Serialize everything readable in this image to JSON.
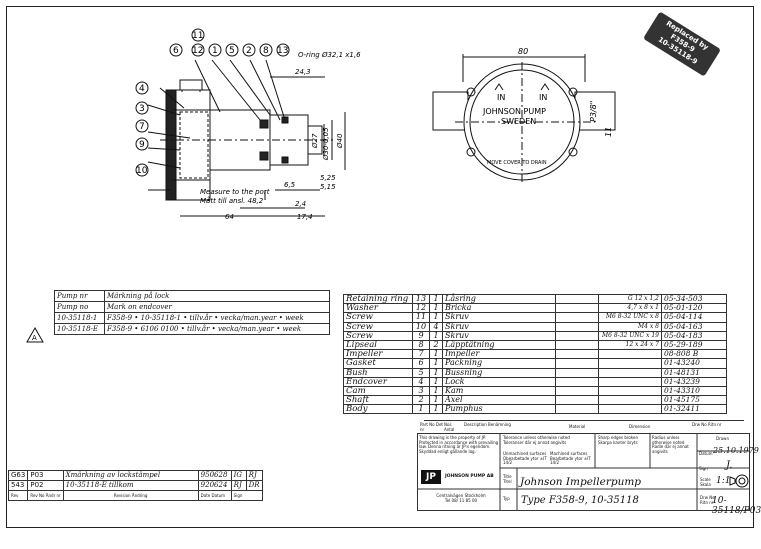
{
  "stamp": {
    "lines": [
      "Replaced by",
      "F358-9",
      "10-35118-9"
    ]
  },
  "section_view": {
    "balloons": [
      "6",
      "12",
      "11",
      "1",
      "5",
      "2",
      "8",
      "13",
      "4",
      "3",
      "7",
      "9",
      "10"
    ],
    "oring_note": "O-ring Ø32,1 x1,6",
    "dims": {
      "d243": "24,3",
      "d27": "Ø27",
      "d30": "Ø30-0,05",
      "d40": "Ø40",
      "d65": "6,5",
      "d525": "5,25",
      "d515": "5,15",
      "d24": "2,4",
      "d64": "64",
      "d174": "17,4"
    },
    "port_note_en": "Measure to the port",
    "port_note_sv": "Mått till ansl. 48,2"
  },
  "front_view": {
    "dim_width": "80",
    "port_label": "P3/8\"",
    "dim_11": "11",
    "in_left": "IN",
    "in_right": "IN",
    "brand_line1": "JOHNSON PUMP",
    "brand_line2": "SWEDEN",
    "rim_text": "MOVE COVER TO DRAIN"
  },
  "marking": {
    "rows": [
      {
        "a": "Pump nr",
        "b": "Märkning på lock"
      },
      {
        "a": "Pump no",
        "b": "Mark on endcover"
      },
      {
        "a": "10-35118-1",
        "b": "F358-9 • 10-35118-1 • tillv.år • vecka/man.year • week"
      },
      {
        "a": "10-35118-E",
        "b": "F358-9 • 6106 0100 • tillv.år • vecka/man.year • week"
      }
    ],
    "rev_marker": "A"
  },
  "parts": {
    "rows": [
      {
        "name": "Retaining ring",
        "n": "13",
        "q": "1",
        "desc": "Låsring",
        "dim": "G 12 x 1,2",
        "pno": "05-34-503"
      },
      {
        "name": "Washer",
        "n": "12",
        "q": "1",
        "desc": "Bricka",
        "dim": "4,7 x 8 x 1",
        "pno": "05-01-120"
      },
      {
        "name": "Screw",
        "n": "11",
        "q": "1",
        "desc": "Skruv",
        "dim": "M6 8-32 UNC x 8",
        "pno": "05-04-114"
      },
      {
        "name": "Screw",
        "n": "10",
        "q": "4",
        "desc": "Skruv",
        "dim": "M4 x 8",
        "pno": "05-04-163"
      },
      {
        "name": "Screw",
        "n": "9",
        "q": "1",
        "desc": "Skruv",
        "dim": "M6 8-32 UNC x 19",
        "pno": "05-04-183"
      },
      {
        "name": "Lipseal",
        "n": "8",
        "q": "2",
        "desc": "Läpptätning",
        "dim": "12 x 24 x 7",
        "pno": "05-29-189"
      },
      {
        "name": "Impeller",
        "n": "7",
        "q": "1",
        "desc": "Impeller",
        "dim": "",
        "pno": "08-808 B"
      },
      {
        "name": "Gasket",
        "n": "6",
        "q": "1",
        "desc": "Packning",
        "dim": "",
        "pno": "01-43240"
      },
      {
        "name": "Bush",
        "n": "5",
        "q": "1",
        "desc": "Bussning",
        "dim": "",
        "pno": "01-48131"
      },
      {
        "name": "Endcover",
        "n": "4",
        "q": "1",
        "desc": "Lock",
        "dim": "",
        "pno": "01-43239"
      },
      {
        "name": "Cam",
        "n": "3",
        "q": "1",
        "desc": "Kam",
        "dim": "",
        "pno": "01-43310"
      },
      {
        "name": "Shaft",
        "n": "2",
        "q": "1",
        "desc": "Axel",
        "dim": "",
        "pno": "01-45175"
      },
      {
        "name": "Body",
        "n": "1",
        "q": "1",
        "desc": "Pumphus",
        "dim": "",
        "pno": "01-32411"
      }
    ],
    "header": {
      "pno": "Part No Det nr",
      "qty": "Nos Antal",
      "desc": "Description Benämning",
      "mat": "Material",
      "dim": "Dimension",
      "drw": "Drw No Ritn nr"
    }
  },
  "revisions": {
    "rows": [
      {
        "c1": "G63",
        "c2": "P03",
        "c3": "Xmärkning av lockstämpel",
        "date": "950628",
        "c5": "IG",
        "c6": "RJ"
      },
      {
        "c1": "543",
        "c2": "P02",
        "c3": "10-35118-E tillkom",
        "date": "920624",
        "c5": "RJ",
        "c6": "DR"
      }
    ],
    "header": {
      "c1": "Rev",
      "c2": "Rev No Ändr nr",
      "c3": "Revision Ändring",
      "date": "Date Datum",
      "sign": "Sign"
    }
  },
  "title_block": {
    "legal": "This drawing is the property of JP. Protected in accordance with prevailing law. Denna ritning är JP:s egendom. Skyddad enligt gällande lag.",
    "tolerance": "Tolerance unless otherwise noted Toleranser där ej annat angivits",
    "unmachined": "Unmachined surfaces Obearbetade ytor ±IT 14/2",
    "machined": "Machined surfaces Bearbetade ytor ±IT 14/2",
    "edges": "Sharp edges broken Skarpa kanter bryts",
    "radius": "Radius unless otherwise noted Radie där ej annat angivits",
    "drawn_label": "Drawn",
    "date_label": "Datum",
    "date_value": "25.10.1979",
    "sign_label": "Sign",
    "sign_value": "J.",
    "company": "JOHNSON PUMP AB",
    "address": "Centralvägen Stockholm Tel 08/ 11 85 00",
    "title_label": "Title Titel",
    "title_value": "Johnson Impellerpump",
    "type_label": "Typ",
    "type_value": "Type F358-9, 10-35118",
    "scale_label": "Scale Skala",
    "scale_value": "1:1",
    "drawno_label": "Drw No Ritn nr",
    "drawno_value": "10-35118/P03",
    "logo_letters": "JP"
  },
  "colors": {
    "ink": "#111111",
    "stamp": "#333333"
  }
}
